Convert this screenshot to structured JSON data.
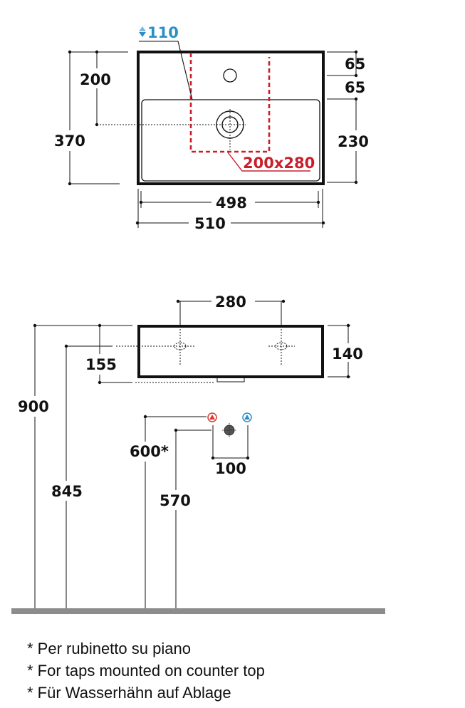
{
  "top_view": {
    "tap_height_label": "110",
    "tap_height_icon": "up-down-arrow-icon",
    "depth_total": "370",
    "tap_to_drain_depth": "200",
    "rear_to_taphole": "65",
    "taphole_to_basin": "65",
    "basin_depth": "230",
    "basin_width": "498",
    "total_width": "510",
    "cutout_label": "200x280"
  },
  "side_view": {
    "tap_spacing": "280",
    "sink_height": "140",
    "drain_offset": "155",
    "top_height": "900",
    "drain_height": "845",
    "supply_height_counter": "600*",
    "drain_outlet_height": "570",
    "supply_spacing": "100"
  },
  "colors": {
    "hot": "#d9392f",
    "cold": "#2a8fc6",
    "cutout": "#c8202b",
    "floor": "#8c8c8c"
  },
  "notes": [
    "* Per rubinetto su piano",
    "* For taps mounted on counter top",
    "* Für Wasserhähn auf Ablage"
  ]
}
